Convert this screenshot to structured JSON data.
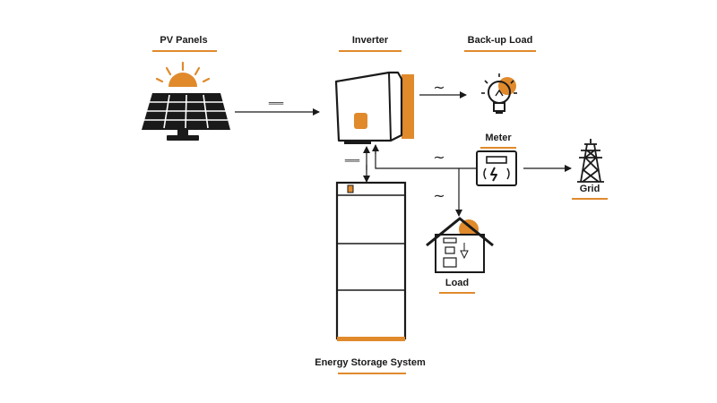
{
  "labels": {
    "pv_panels": "PV Panels",
    "inverter": "Inverter",
    "backup_load": "Back-up Load",
    "meter": "Meter",
    "grid": "Grid",
    "load": "Load",
    "energy_storage": "Energy Storage System"
  },
  "symbols": {
    "dc": "═══",
    "ac": "~"
  },
  "colors": {
    "accent": "#e08a2c",
    "line": "#1a1a1a"
  },
  "icons": {
    "pv": "solar-panel-icon",
    "sun": "sun-icon",
    "inverter": "inverter-icon",
    "bulb": "light-bulb-icon",
    "meter": "meter-icon",
    "grid": "power-tower-icon",
    "house": "house-icon",
    "battery": "battery-cabinet-icon"
  }
}
